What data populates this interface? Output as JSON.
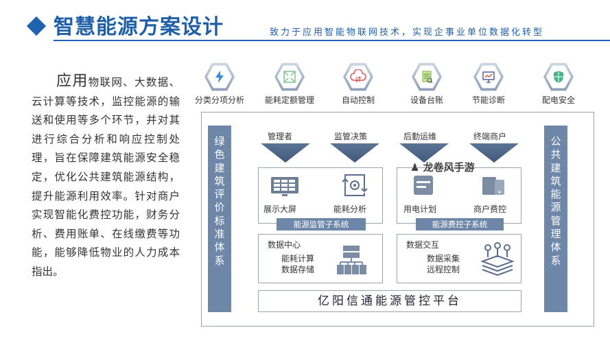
{
  "header": {
    "title": "智慧能源方案设计",
    "subtitle": "致力于应用智能物联网技术，实现企事业单位数据化转型",
    "accent_color": "#1f63b0"
  },
  "intro": {
    "lead": "应用",
    "body": "物联网、大数据、云计算等技术，监控能源的输送和使用等多个环节，并对其进行综合分析和响应控制处理，旨在保障建筑能源安全稳定，优化公共建筑能源结构，提升能源利用效率。针对商户实现智能化费控功能，财务分析、费用账单、在线缴费等功能，能够降低物业的人力成本指出。"
  },
  "features": [
    {
      "label": "分类分项分析",
      "icon": "lightning-icon"
    },
    {
      "label": "能耗定额管理",
      "icon": "expand-icon"
    },
    {
      "label": "自动控制",
      "icon": "cloud-icon"
    },
    {
      "label": "设备台账",
      "icon": "document-icon"
    },
    {
      "label": "节能诊断",
      "icon": "presentation-icon"
    },
    {
      "label": "配电安全",
      "icon": "shield-icon"
    }
  ],
  "side_left": [
    "绿",
    "色",
    "建",
    "筑",
    "评",
    "价",
    "标",
    "准",
    "体",
    "系"
  ],
  "side_right": [
    "公",
    "共",
    "建",
    "筑",
    "能",
    "源",
    "管",
    "理",
    "体",
    "系"
  ],
  "roles": [
    "管理者",
    "监管决策",
    "后勤运维",
    "终端商户"
  ],
  "modules": {
    "screen": "展示大屏",
    "energy_analysis": "能耗分析",
    "power_plan": "用电计划",
    "merchant_fee": "商户费控"
  },
  "subsystems": {
    "monitor": "能源监管子系统",
    "fee": "能源费控子系统"
  },
  "data_center": {
    "title": "数据中心",
    "line1": "能耗计算",
    "line2": "数据存储"
  },
  "data_exchange": {
    "title": "数据交互",
    "line1": "数据采集",
    "line2": "远程控制"
  },
  "platform": "亿阳信通能源管控平台",
  "watermark": "龙卷风手游"
}
